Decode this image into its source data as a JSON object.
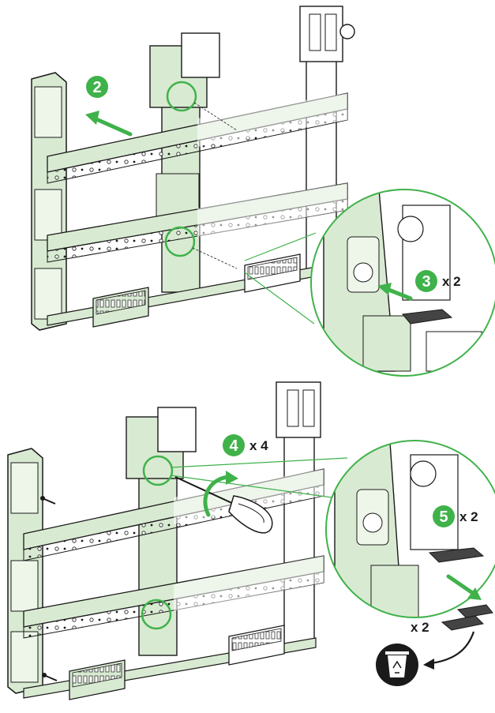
{
  "colors": {
    "accent_green": "#3fb24a",
    "panel_fill": "#d9ead2",
    "panel_fill_light": "#eef6ea",
    "line": "#1a1a1a",
    "dark_part": "#333333"
  },
  "icons": [
    "arrow-icon",
    "screwdriver-icon",
    "curved-arrow-icon",
    "recycle-bin-icon"
  ],
  "steps": {
    "s2": {
      "number": "2"
    },
    "s3": {
      "number": "3",
      "multiplier": "x 2"
    },
    "s4": {
      "number": "4",
      "multiplier": "x 4"
    },
    "s5": {
      "number": "5",
      "multiplier": "x 2"
    },
    "discard": {
      "multiplier": "x 2"
    }
  }
}
